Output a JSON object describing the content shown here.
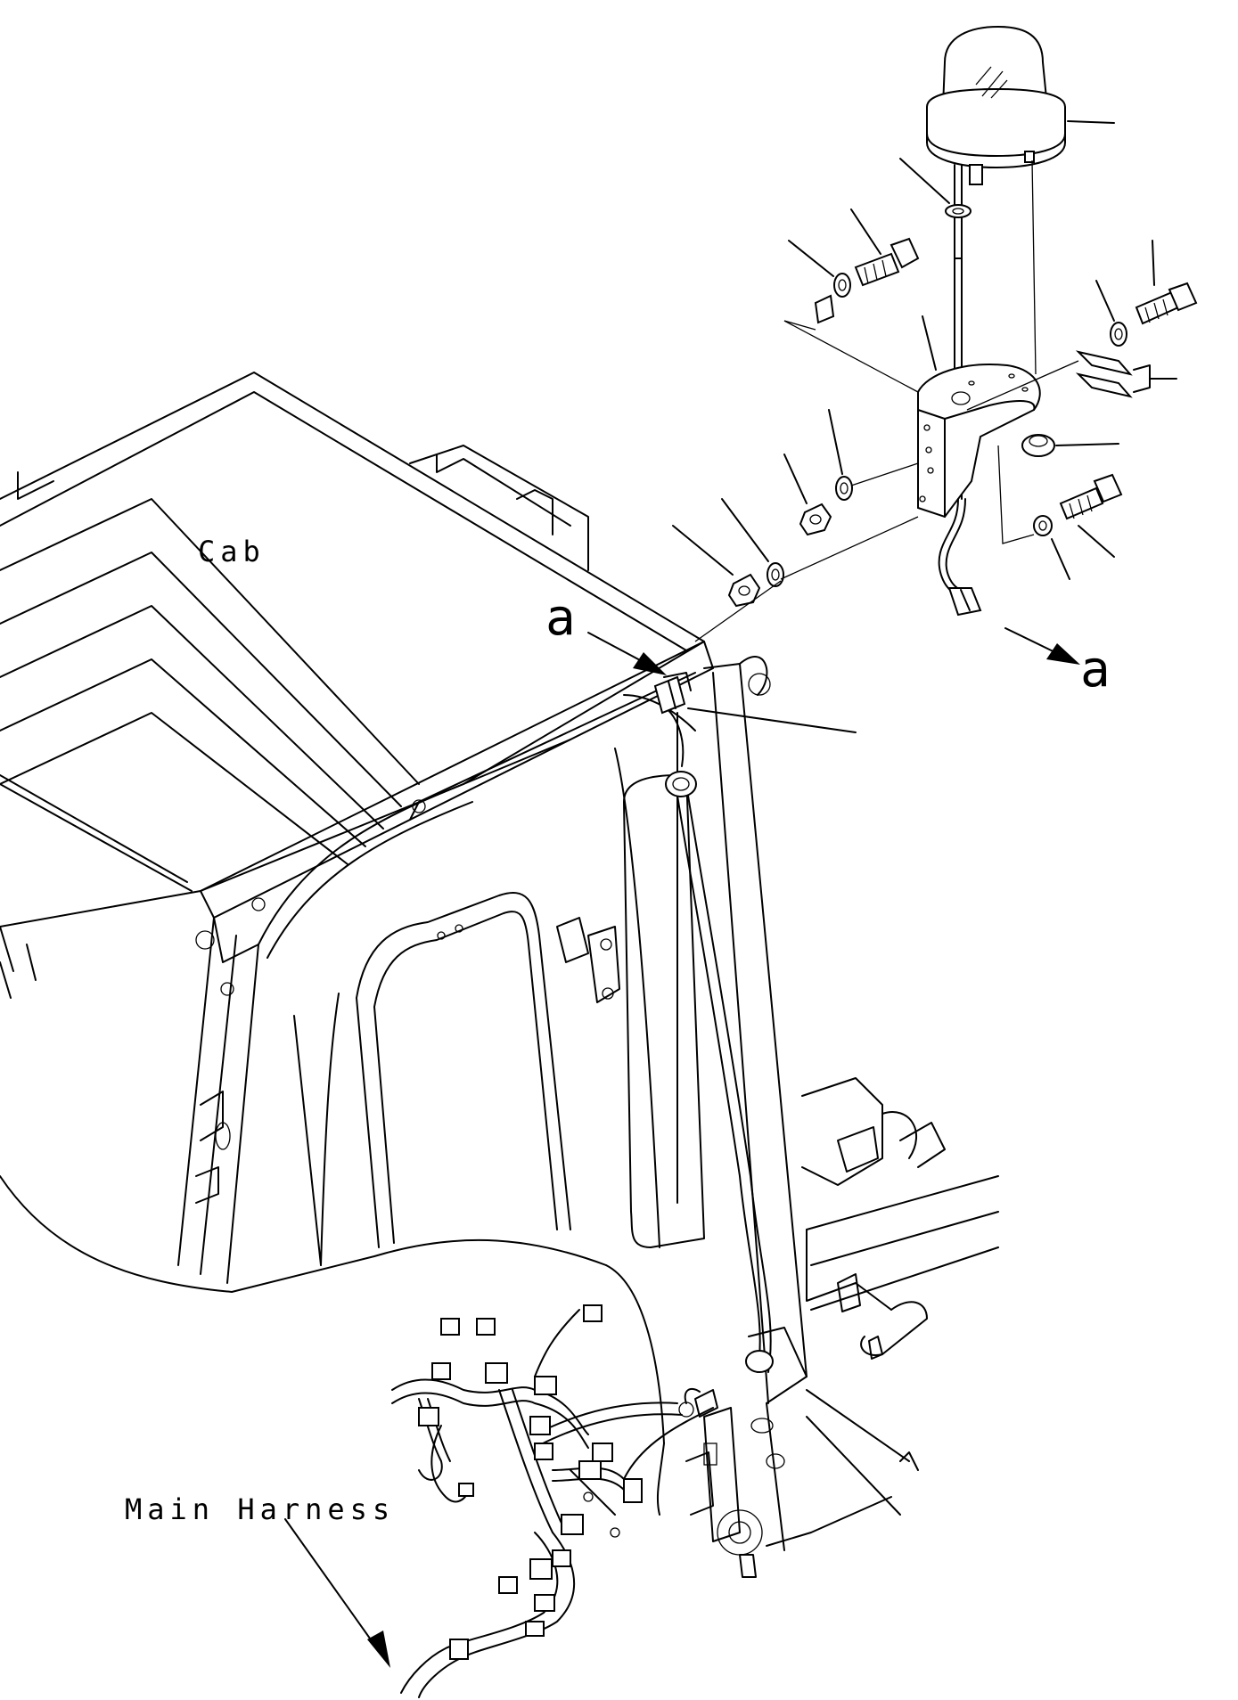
{
  "labels": {
    "cab": "Cab",
    "view_a_top": "a",
    "view_a_right": "a",
    "main_harness": "Main Harness"
  },
  "colors": {
    "ink": "#000000",
    "paper": "#ffffff"
  }
}
